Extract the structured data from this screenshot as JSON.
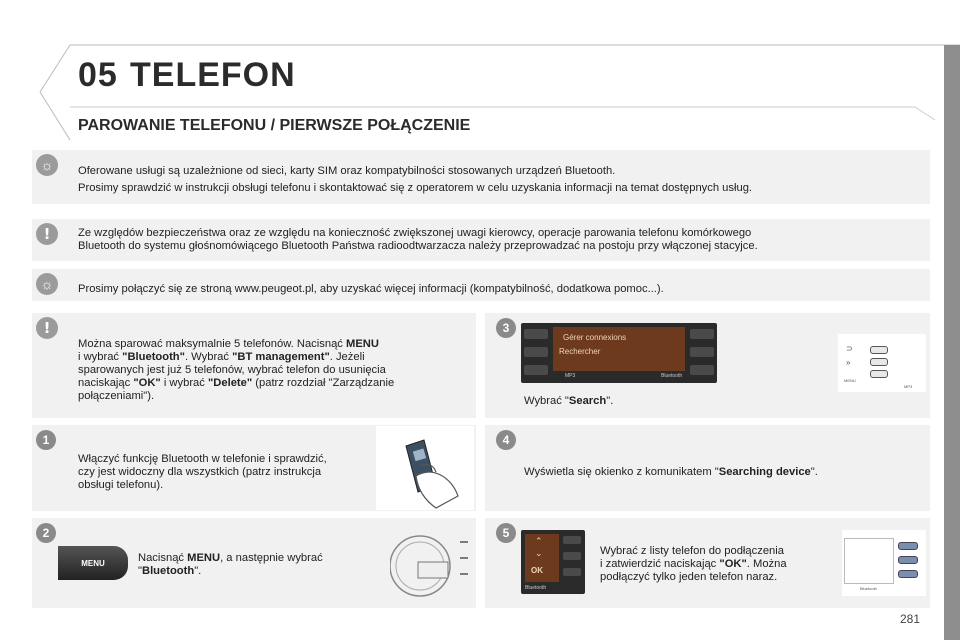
{
  "header": {
    "chapter_number": "05",
    "chapter_title": "TELEFON"
  },
  "section_title": "PAROWANIE TELEFONU / PIERWSZE POŁĄCZENIE",
  "info_1": {
    "line1": "Oferowane usługi są uzależnione od sieci, karty SIM oraz kompatybilności stosowanych urządzeń Bluetooth.",
    "line2": "Prosimy sprawdzić w instrukcji obsługi telefonu i skontaktować się z operatorem w celu uzyskania informacji na temat dostępnych usług."
  },
  "warning_1": {
    "line1": "Ze względów bezpieczeństwa oraz ze względu na konieczność zwiększonej uwagi kierowcy, operacje parowania telefonu komórkowego",
    "line2": "Bluetooth do systemu głośnomówiącego Bluetooth Państwa radioodtwarzacza należy przeprowadzać na postoju przy włączonej stacyjce."
  },
  "info_2": {
    "text": "Prosimy połączyć się ze stroną www.peugeot.pl, aby uzyskać więcej informacji (kompatybilność, dodatkowa pomoc...)."
  },
  "warning_2": {
    "t1": "Można sparować maksymalnie 5 telefonów. Nacisnąć ",
    "b1": "MENU",
    "t2": "i wybrać ",
    "b2": "\"Bluetooth\"",
    "t3": ". Wybrać ",
    "b3": "\"BT management\"",
    "t4": ". Jeżeli",
    "t5": "sparowanych jest już 5 telefonów, wybrać telefon do usunięcia",
    "t6": "naciskając ",
    "b4": "\"OK\"",
    "t7": " i wybrać ",
    "b5": "\"Delete\"",
    "t8": " (patrz rozdział \"Zarządzanie",
    "t9": "połączeniami\")."
  },
  "step1": {
    "number": "1",
    "line1": "Włączyć funkcję Bluetooth w telefonie i sprawdzić,",
    "line2": "czy jest widoczny dla wszystkich (patrz instrukcja",
    "line3": "obsługi telefonu)."
  },
  "step2": {
    "number": "2",
    "t1": "Nacisnąć ",
    "b1": "MENU",
    "t2": ", a następnie wybrać",
    "q1": "\"",
    "b2": "Bluetooth",
    "q2": "\".",
    "menu_label": "MENU"
  },
  "step3": {
    "number": "3",
    "t1": "Wybrać \"",
    "b1": "Search",
    "t2": "\".",
    "screen_line1": "Gérer connexions",
    "screen_line2": "Rechercher",
    "screen_mp3": "MP3",
    "screen_bt": "Bluetooth",
    "panel_mp3": "MP3",
    "panel_menu": "MENU"
  },
  "step4": {
    "number": "4",
    "t1": "Wyświetla się okienko z komunikatem \"",
    "b1": "Searching device",
    "t2": "\"."
  },
  "step5": {
    "number": "5",
    "line1": "Wybrać z listy telefon do podłączenia",
    "t1": "i zatwierdzić naciskając ",
    "b1": "\"OK\"",
    "t2": ". Można",
    "line3": "podłączyć tylko jeden telefon naraz.",
    "screen_ok": "OK",
    "screen_bt": "Bluetooth",
    "panel_bt": "Bluetooth"
  },
  "page_number": "281"
}
